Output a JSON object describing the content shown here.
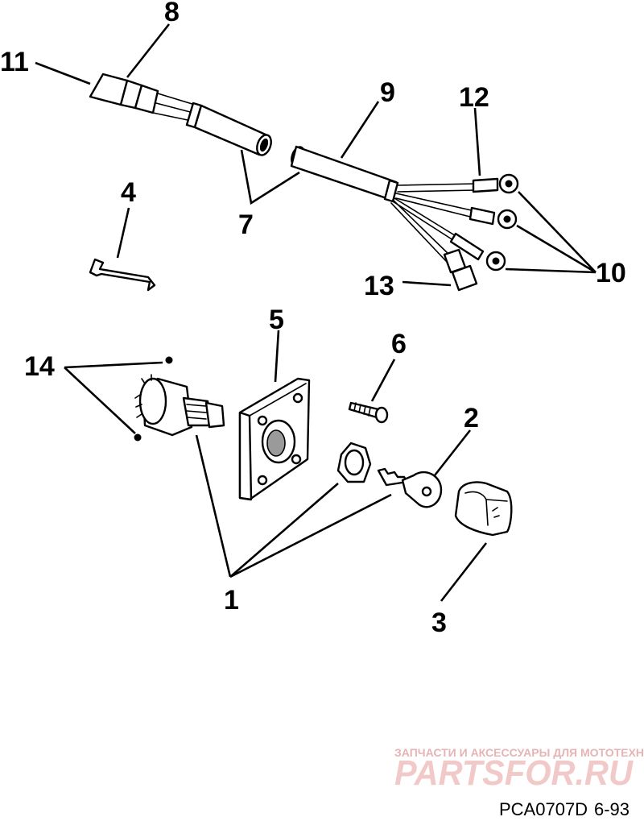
{
  "callouts": {
    "c1": "1",
    "c2": "2",
    "c3": "3",
    "c4": "4",
    "c5": "5",
    "c6": "6",
    "c7": "7",
    "c8": "8",
    "c9": "9",
    "c10": "10",
    "c11": "11",
    "c12": "12",
    "c13": "13",
    "c14": "14"
  },
  "watermark": {
    "tagline": "ЗАПЧАСТИ И АКСЕССУАРЫ ДЛЯ МОТОТЕХНИКИ",
    "logo": "PARTSFOR.RU"
  },
  "footer": {
    "code": "PCA0707D",
    "date": "6-93"
  }
}
